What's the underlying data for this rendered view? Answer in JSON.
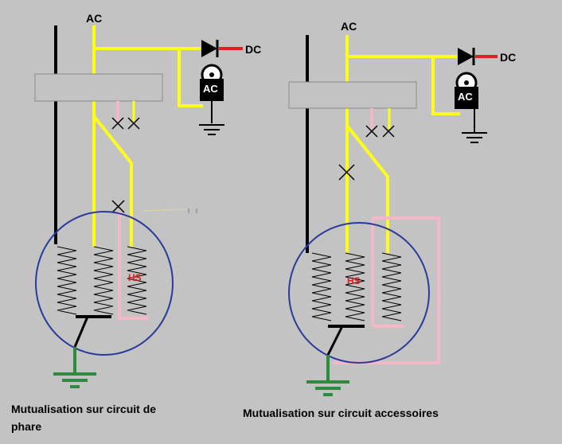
{
  "colors": {
    "background": "#c3c3c3",
    "ac_wire": "#ffff1a",
    "dc_wire": "#e02020",
    "ground": "#2e8b3e",
    "ground_symbol": "#000000",
    "switch_wire": "#f2b8c8",
    "bulb_outline": "#2a3a9a",
    "relay_box": "#c3c3c3",
    "regulator": "#000000",
    "label_text": "#000000",
    "hs_text": "#e02020"
  },
  "left_diagram": {
    "ac_label": "AC",
    "dc_label": "DC",
    "regulator_label": "AC",
    "hs_label": "HS",
    "caption": "Mutualisation sur circuit de phare"
  },
  "right_diagram": {
    "ac_label": "AC",
    "dc_label": "DC",
    "regulator_label": "AC",
    "hs_label": "HS",
    "caption": "Mutualisation sur circuit accessoires"
  }
}
